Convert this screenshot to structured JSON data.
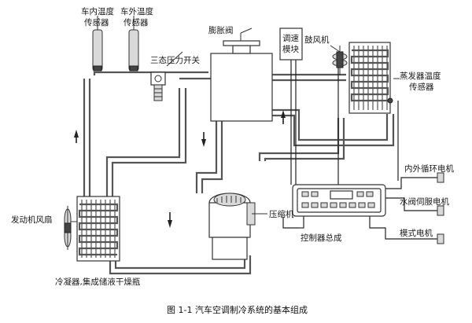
{
  "labels": {
    "interior_temp_sensor": [
      "车内温度",
      "传感器"
    ],
    "exterior_temp_sensor": [
      "车外温度",
      "传感器"
    ],
    "expansion_valve": "膨胀阀",
    "speed_module": [
      "调速",
      "模块"
    ],
    "blower_motor": "鼓风机",
    "evaporator_temp_sensor": [
      "蒸发器温度",
      "传感器"
    ],
    "triple_pressure_switch": "三态压力开关",
    "engine_fan": "发动机风扇",
    "condenser": "冷凝器,集成储液干燥瓶",
    "compressor": "压缩机",
    "controller_assembly": "控制器总成",
    "inner_outer_circulation_motor": "内外循环电机",
    "water_valve_servo_motor": "水阀伺服电机",
    "mode_motor": "模式电机"
  },
  "caption": "图 1-1 汽车空调制冷系统的基本组成",
  "colors": {
    "line": "#333333",
    "pipe": "#555555",
    "component_fill": "#d9d9d9",
    "background": "#ffffff"
  }
}
